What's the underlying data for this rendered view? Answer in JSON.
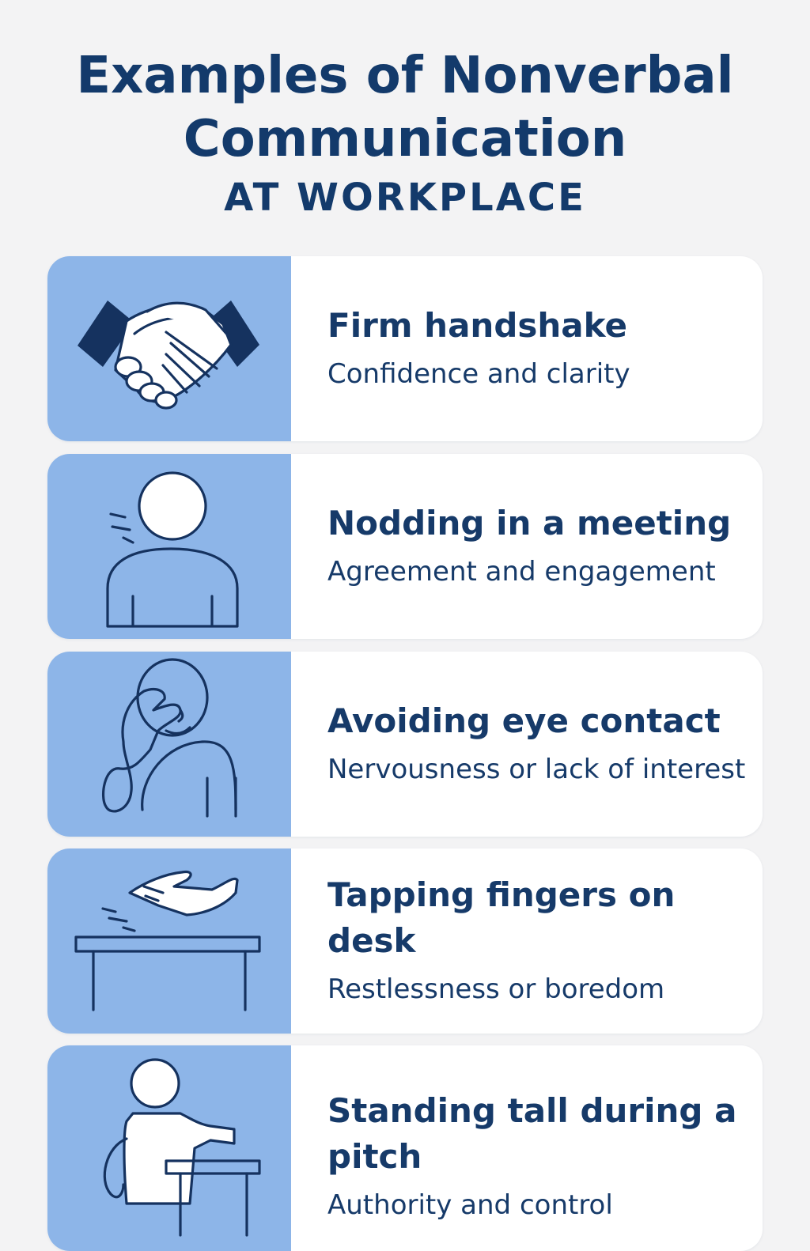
{
  "header": {
    "title": "Examples of Nonverbal Communication",
    "subtitle": "AT WORKPLACE"
  },
  "colors": {
    "title": "#133a6b",
    "icon_panel": "#8db5e8",
    "card": "#ffffff",
    "background": "#f3f3f4",
    "icon_stroke": "#15325f"
  },
  "items": [
    {
      "label": "Firm handshake",
      "description": "Confidence and clarity",
      "icon": "handshake-icon"
    },
    {
      "label": "Nodding in a meeting",
      "description": "Agreement and engagement",
      "icon": "nodding-person-icon"
    },
    {
      "label": "Avoiding eye contact",
      "description": "Nervousness or lack of interest",
      "icon": "face-covering-eyes-icon"
    },
    {
      "label": "Tapping fingers on desk",
      "description": "Restlessness or boredom",
      "icon": "tapping-hand-desk-icon"
    },
    {
      "label": "Standing tall during a pitch",
      "description": "Authority and control",
      "icon": "standing-person-podium-icon"
    }
  ]
}
